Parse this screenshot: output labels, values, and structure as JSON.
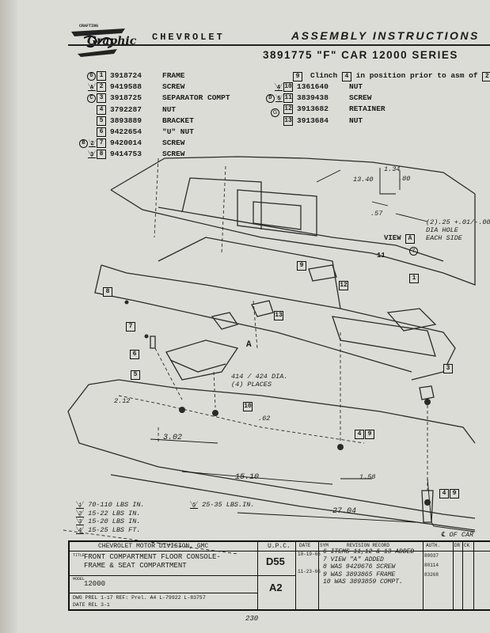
{
  "header": {
    "logo_small": "CRAFTING",
    "logo_script": "Graphic",
    "brand": "CHEVROLET",
    "title": "ASSEMBLY INSTRUCTIONS",
    "subtitle": "3891775 \"F\" CAR 12000 SERIES"
  },
  "parts_left": [
    {
      "mark": "G",
      "ref": "1",
      "part_no": "3918724",
      "desc": "FRAME"
    },
    {
      "mark": "A",
      "ref": "2",
      "part_no": "9419588",
      "desc": "SCREW"
    },
    {
      "mark": "C",
      "ref": "3",
      "part_no": "3918725",
      "desc": "SEPARATOR COMPT"
    },
    {
      "ref": "4",
      "part_no": "3792287",
      "desc": "NUT"
    },
    {
      "ref": "5",
      "part_no": "3893889",
      "desc": "BRACKET"
    },
    {
      "ref": "6",
      "part_no": "9422654",
      "desc": "\"U\" NUT"
    },
    {
      "mark": "B",
      "mark2": "2",
      "ref": "7",
      "part_no": "9420014",
      "desc": "SCREW"
    },
    {
      "mark": "3",
      "ref": "8",
      "part_no": "9414753",
      "desc": "SCREW"
    }
  ],
  "clinch_note": {
    "ref": "9",
    "pre": "Clinch ",
    "box1": "4",
    "mid": " in position prior to asm of ",
    "box2": "2"
  },
  "parts_right": [
    {
      "mark": "4",
      "ref": "10",
      "part_no": "1361640",
      "desc": "NUT"
    },
    {
      "mark": "D",
      "mark2": "5",
      "ref": "11",
      "part_no": "3839438",
      "desc": "SCREW"
    },
    {
      "ref": "12",
      "part_no": "3913682",
      "desc": "RETAINER"
    },
    {
      "ref": "13",
      "part_no": "3913684",
      "desc": "NUT"
    }
  ],
  "parts_right_marker": "G",
  "callouts": {
    "c1": "1",
    "c3": "3",
    "c5": "5",
    "c6": "6",
    "c7": "7",
    "c8": "8",
    "c9": "9",
    "c10": "10",
    "c11": "11",
    "c12": "12",
    "c13": "13",
    "c4a": "4",
    "c9a": "9",
    "c4b": "4",
    "c9b": "9",
    "c7circle": "7",
    "view_prefix": "VIEW ",
    "view_box": "A",
    "a_marker": "A"
  },
  "dims": {
    "d134": "1.34",
    "d1340": "13.40",
    "d80": ".80",
    "d57": ".57",
    "hole_line1": "(2).25 +.01/-.00",
    "hole_line2": "DIA HOLE",
    "hole_line3": "EACH SIDE",
    "places_line1": "414 / 424 DIA.",
    "places_line2": "(4) PLACES",
    "d212": "2.12",
    "d62": ".62",
    "d302": "3.02",
    "d1510": "15.10",
    "d158": "1.58",
    "d2704": "27.04",
    "car_center": "℄ OF CAR"
  },
  "torque": [
    {
      "mark": "1",
      "value": "70-110 LBS IN."
    },
    {
      "mark": "2",
      "value": "15-22 LBS IN."
    },
    {
      "mark": "3",
      "value": "15-20 LBS IN."
    },
    {
      "mark": "4",
      "value": "15-25 LBS FT."
    }
  ],
  "torque_extra": {
    "mark": "5",
    "value": "25-35 LBS.IN."
  },
  "title_block": {
    "division": "CHEVROLET MOTOR DIVISION, GMC",
    "upc_header": "U.P.C.",
    "col_date": "DATE",
    "col_sym": "SYM",
    "col_record": "REVISION RECORD",
    "col_auth": "AUTH.",
    "col_dr": "DR",
    "col_ck": "CK",
    "title_side": "TITLE",
    "name_line1": "FRONT COMPARTMENT FLOOR CONSOLE-",
    "name_line2": "FRAME & SEAT COMPARTMENT",
    "model_side": "MODEL",
    "model": "12000",
    "dwg_line": "DWG PREL 1-17   REF: Prel. A4   L-79922   L-83757",
    "date_line": "DATE REL 3-1",
    "code1": "D55",
    "code2": "A2",
    "rev": [
      "6  ITEMS 11,12 & 13 ADDED",
      "7  VIEW \"A\" ADDED",
      "8  WAS 9420676 SCREW",
      "9  WAS 3893865 FRAME",
      "10 WAS 3893859 COMPT."
    ],
    "rev_date1": "10-19-66",
    "rev_date2": "11-23-66",
    "auth": [
      "80037",
      "80114",
      "83268"
    ]
  },
  "page_number": "230"
}
